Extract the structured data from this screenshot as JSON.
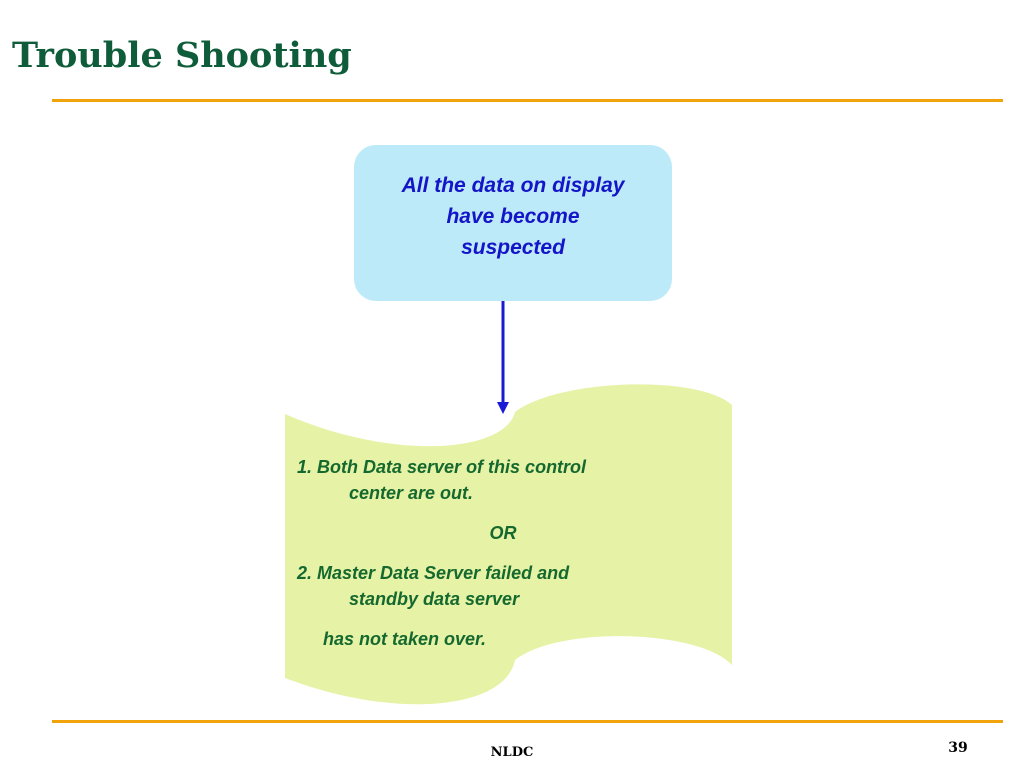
{
  "slide": {
    "title": "Trouble Shooting",
    "footer_center": "NLDC",
    "page_number": "39"
  },
  "diagram": {
    "top_box": {
      "text_line1": "All the data on display",
      "text_line2": "have become",
      "text_line3": "suspected"
    },
    "document": {
      "item1_line1": "1.  Both Data server of this control",
      "item1_line2": "center are out.",
      "or": "OR",
      "item2_line1": "2. Master Data Server failed and",
      "item2_line2": "standby data server",
      "item2_line3": "has not taken over."
    }
  },
  "colors": {
    "title": "#0e5c3a",
    "rule": "#f0a30a",
    "top_box_fill": "#bdeaf8",
    "top_box_text": "#1414c8",
    "document_fill": "#e6f2a6",
    "document_text": "#15692e",
    "arrow": "#1a1ad4"
  }
}
